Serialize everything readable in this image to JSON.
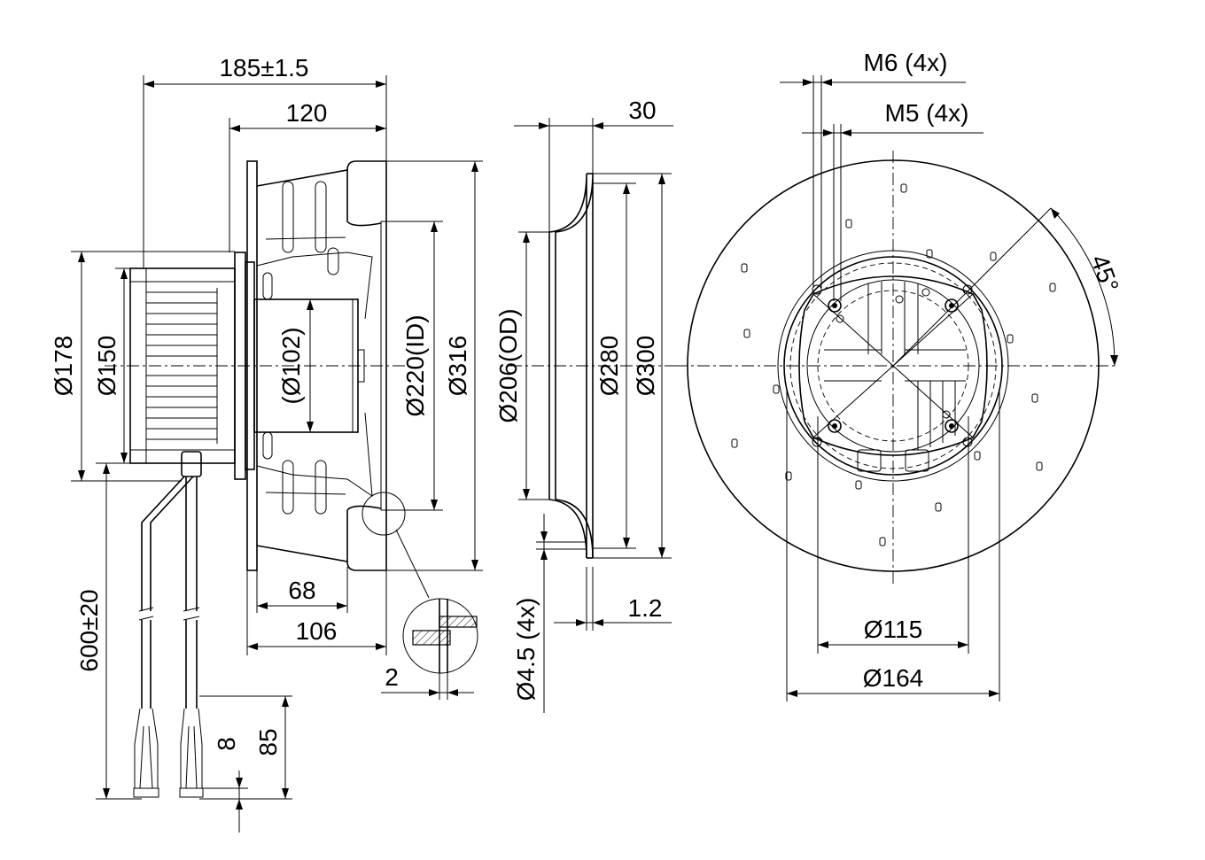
{
  "diagram": {
    "dimensions": {
      "overall_length": "185±1.5",
      "motor_length": "120",
      "flange_thickness": "30",
      "thread_m6": "M6 (4x)",
      "thread_m5": "M5 (4x)",
      "angle": "45°",
      "dia_178": "Ø178",
      "dia_150": "Ø150",
      "dia_102": "(Ø102)",
      "dia_220_id": "Ø220(ID)",
      "dia_316": "Ø316",
      "dia_206_od": "Ø206(OD)",
      "dia_280": "Ø280",
      "dia_300": "Ø300",
      "len_68": "68",
      "len_106": "106",
      "gap_2": "2",
      "sheet_1_2": "1.2",
      "hole_4_5": "Ø4.5 (4x)",
      "dia_115": "Ø115",
      "dia_164": "Ø164",
      "cable_length": "600±20",
      "strip_8": "8",
      "strip_85": "85"
    }
  }
}
